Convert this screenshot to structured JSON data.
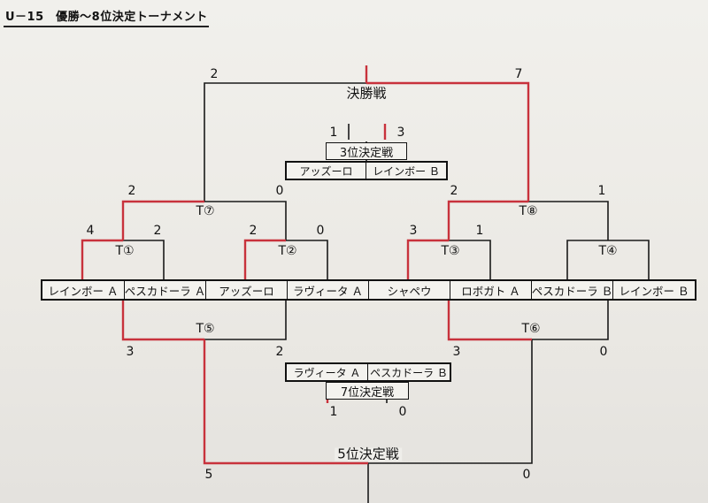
{
  "title": "U－15　優勝～8位決定トーナメント",
  "teams": [
    "レインボー Ａ",
    "ペスカドーラ Ａ",
    "アッズーロ",
    "ラヴィータ Ａ",
    "シャペウ",
    "ロボガト Ａ",
    "ペスカドーラ Ｂ",
    "レインボー Ｂ"
  ],
  "matches": {
    "t1": {
      "label": "T①",
      "score_left": "4",
      "score_right": "2"
    },
    "t2": {
      "label": "T②",
      "score_left": "2",
      "score_right": "0"
    },
    "t3": {
      "label": "T③",
      "score_left": "3",
      "score_right": "1"
    },
    "t4": {
      "label": "T④",
      "score_left": "",
      "score_right": ""
    },
    "t5": {
      "label": "T⑤",
      "score_left": "3",
      "score_right": "2"
    },
    "t6": {
      "label": "T⑥",
      "score_left": "3",
      "score_right": "0"
    },
    "t7": {
      "label": "T⑦",
      "score_left": "2",
      "score_right": "0"
    },
    "t8": {
      "label": "T⑧",
      "score_left": "2",
      "score_right": "1"
    },
    "final": {
      "label": "決勝戦",
      "score_left": "2",
      "score_right": "7"
    },
    "third": {
      "label": "3位決定戦",
      "score_left": "1",
      "score_right": "3",
      "team_left": "アッズーロ",
      "team_right": "レインボー Ｂ"
    },
    "fifth": {
      "label": "5位決定戦",
      "score_left": "5",
      "score_right": "0"
    },
    "seventh": {
      "label": "7位決定戦",
      "score_left": "1",
      "score_right": "0",
      "team_left": "ラヴィータ Ａ",
      "team_right": "ペスカドーラ Ｂ"
    }
  },
  "colors": {
    "win_line": "#c8323c",
    "line": "#1a1a1a"
  }
}
